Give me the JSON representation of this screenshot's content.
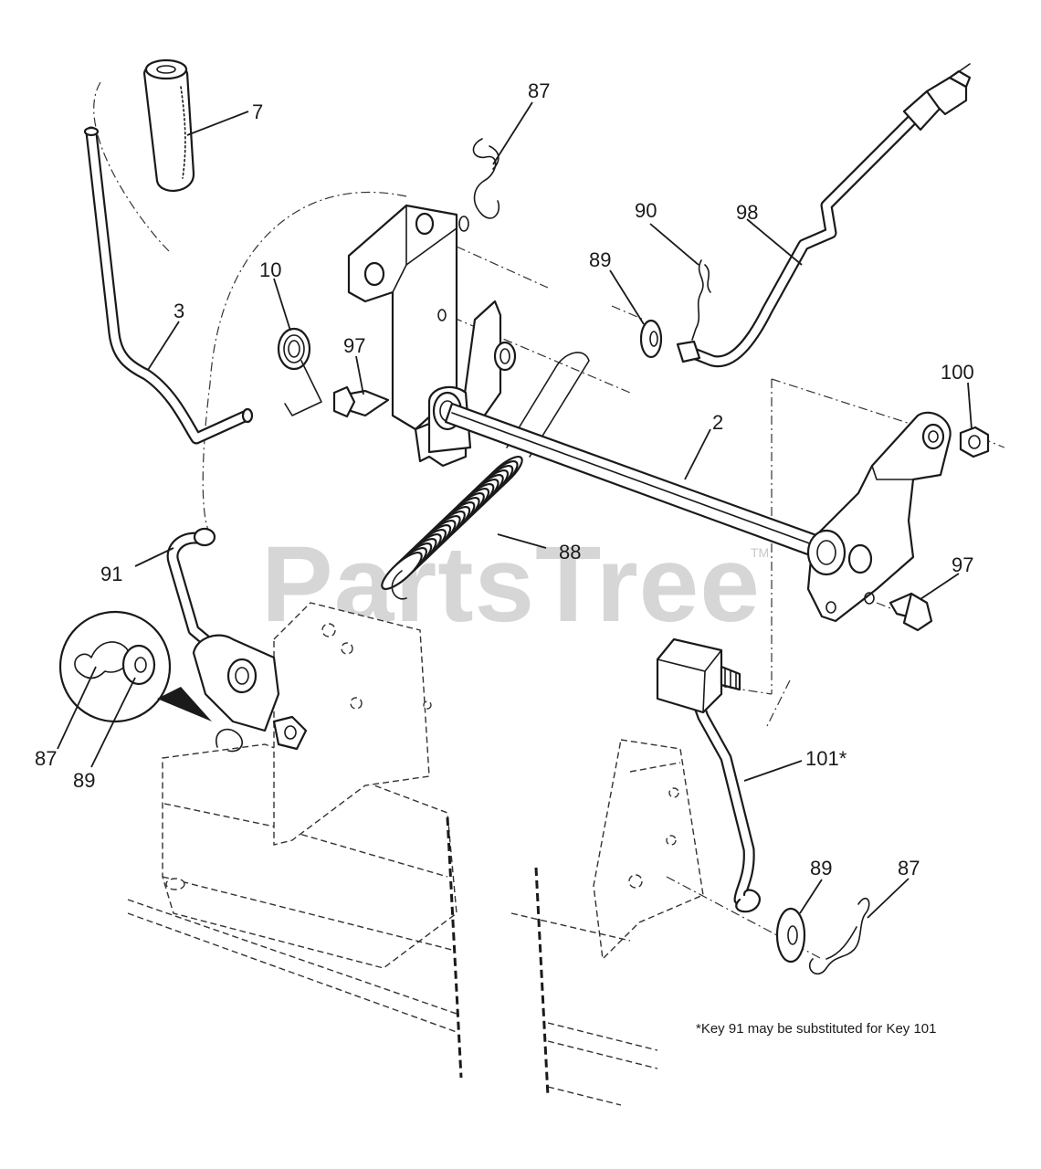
{
  "watermark": {
    "text": "PartsTree",
    "tm": "TM"
  },
  "footnote": "*Key 91 may be substituted for Key 101",
  "callouts": {
    "c7": "7",
    "c87_top": "87",
    "c90": "90",
    "c98": "98",
    "c89_top": "89",
    "c10": "10",
    "c3": "3",
    "c97_left": "97",
    "c100": "100",
    "c2": "2",
    "c88": "88",
    "c91": "91",
    "c97_right": "97",
    "c87_inset": "87",
    "c89_inset": "89",
    "c101": "101*",
    "c89_bottom": "89",
    "c87_bottom": "87"
  }
}
